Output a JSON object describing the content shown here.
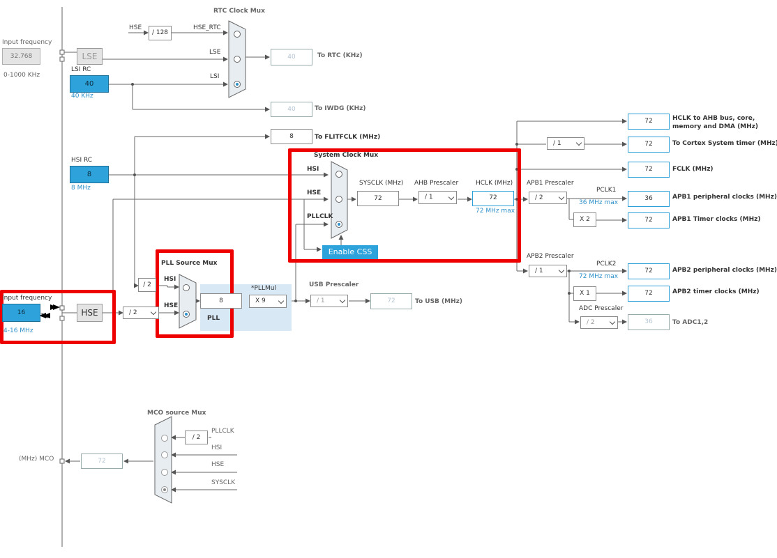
{
  "colors": {
    "accent": "#2ea3db",
    "highlight": "#ee0000",
    "pll_bg": "#d9e8f5",
    "wire": "#555555"
  },
  "left_input": {
    "lse_freq_label": "Input frequency",
    "lse_freq_value": "32.768",
    "lse_range": "0-1000 KHz",
    "lse_label": "LSE",
    "lsi_rc_label": "LSI RC",
    "lsi_value": "40",
    "lsi_unit": "40 KHz",
    "hsi_rc_label": "HSI RC",
    "hsi_value": "8",
    "hsi_unit": "8 MHz",
    "hse_freq_label": "Input frequency",
    "hse_freq_value": "16",
    "hse_range": "4-16 MHz",
    "hse_label": "HSE"
  },
  "rtc": {
    "title": "RTC Clock Mux",
    "hse_in": "HSE",
    "div": "/ 128",
    "hse_rtc": "HSE_RTC",
    "lse_in": "LSE",
    "lsi_in": "LSI",
    "rtc_value": "40",
    "rtc_label": "To RTC (KHz)",
    "iwdg_value": "40",
    "iwdg_label": "To IWDG (KHz)",
    "flit_value": "8",
    "flit_label": "To FLITFCLK (MHz)"
  },
  "sysclk": {
    "title": "System Clock Mux",
    "hsi": "HSI",
    "hse": "HSE",
    "pllclk": "PLLCLK",
    "sysclk_label": "SYSCLK (MHz)",
    "sysclk_value": "72",
    "ahb_label": "AHB Prescaler",
    "ahb_value": "/ 1",
    "hclk_label": "HCLK (MHz)",
    "hclk_value": "72",
    "hclk_max": "72 MHz max",
    "enable_css": "Enable CSS"
  },
  "pll": {
    "title": "PLL Source Mux",
    "hsi": "HSI",
    "hse": "HSE",
    "hsi_div": "/ 2",
    "hse_div": "/ 2",
    "pll_in": "8",
    "pll_label": "PLL",
    "mul_label": "*PLLMul",
    "mul_value": "X 9"
  },
  "usb": {
    "title": "USB Prescaler",
    "value": "/ 1",
    "out": "72",
    "label": "To USB (MHz)"
  },
  "outputs": {
    "ahb_bus_value": "72",
    "ahb_bus_label_1": "HCLK to AHB bus, core,",
    "ahb_bus_label_2": "memory and DMA (MHz)",
    "cortex_div": "/ 1",
    "cortex_value": "72",
    "cortex_label": "To Cortex System timer (MHz)",
    "fclk_value": "72",
    "fclk_label": "FCLK (MHz)",
    "apb1_label": "APB1 Prescaler",
    "apb1_value": "/ 2",
    "pclk1": "PCLK1",
    "pclk1_max": "36 MHz max",
    "apb1_periph_value": "36",
    "apb1_periph_label": "APB1 peripheral clocks (MHz)",
    "apb1_mul": "X 2",
    "apb1_timer_value": "72",
    "apb1_timer_label": "APB1 Timer clocks (MHz)",
    "apb2_label": "APB2 Prescaler",
    "apb2_value": "/ 1",
    "pclk2": "PCLK2",
    "pclk2_max": "72 MHz max",
    "apb2_periph_value": "72",
    "apb2_periph_label": "APB2 peripheral clocks (MHz)",
    "apb2_mul": "X 1",
    "apb2_timer_value": "72",
    "apb2_timer_label": "APB2 timer clocks (MHz)",
    "adc_label": "ADC Prescaler",
    "adc_value": "/ 2",
    "adc_out": "36",
    "adc_to": "To ADC1,2"
  },
  "mco": {
    "title": "MCO source Mux",
    "pll_div": "/ 2",
    "pllclk": "PLLCLK",
    "hsi": "HSI",
    "hse": "HSE",
    "sysclk": "SYSCLK",
    "value": "72",
    "label": "(MHz) MCO"
  }
}
